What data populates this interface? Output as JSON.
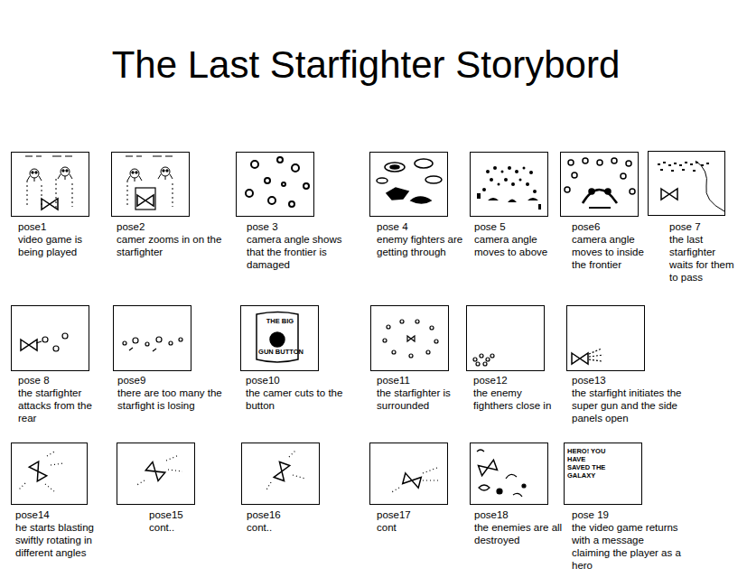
{
  "diagram": {
    "title": "The Last Starfighter Storybord",
    "nodes": [
      {
        "text": [
          "pose1",
          "video game is being played"
        ]
      },
      {
        "text": [
          "pose2",
          "camer zooms in on the starfighter"
        ]
      },
      {
        "text": [
          "pose 3",
          "camera angle shows that the frontier is damaged"
        ]
      },
      {
        "text": [
          "pose 4",
          "enemy fighters are getting through"
        ]
      },
      {
        "text": [
          "pose 5",
          "camera angle moves to above"
        ]
      },
      {
        "text": [
          "pose6",
          "camera angle moves to inside the frontier"
        ]
      },
      {
        "text": [
          "pose 7",
          "the last starfighter waits for them to pass"
        ]
      },
      {
        "text": [
          "pose 8",
          "the starfighter attacks from the rear"
        ]
      },
      {
        "text": [
          "pose9",
          "there are too many the starfight is losing"
        ]
      },
      {
        "text": [
          "pose10",
          "the camer cuts to the button",
          "THE BIG",
          "GUN BUTTON"
        ]
      },
      {
        "text": [
          "pose11",
          "the starfighter is surrounded"
        ]
      },
      {
        "text": [
          "pose12",
          "the enemy fighthers close in"
        ]
      },
      {
        "text": [
          "pose13",
          "the starfight initiates the super gun and the side panels open"
        ]
      },
      {
        "text": [
          "pose14",
          "he starts blasting swiftly rotating in different angles"
        ]
      },
      {
        "text": [
          "pose15",
          "cont.."
        ]
      },
      {
        "text": [
          "pose16",
          "cont.."
        ]
      },
      {
        "text": [
          "pose17",
          "cont"
        ]
      },
      {
        "text": [
          "pose18",
          "the enemies are all destroyed"
        ]
      },
      {
        "text": [
          "pose 19",
          "the video game returns with a message claiming the player as a hero",
          "HERO! YOU HAVE SAVED THE GALAXY"
        ]
      }
    ]
  }
}
